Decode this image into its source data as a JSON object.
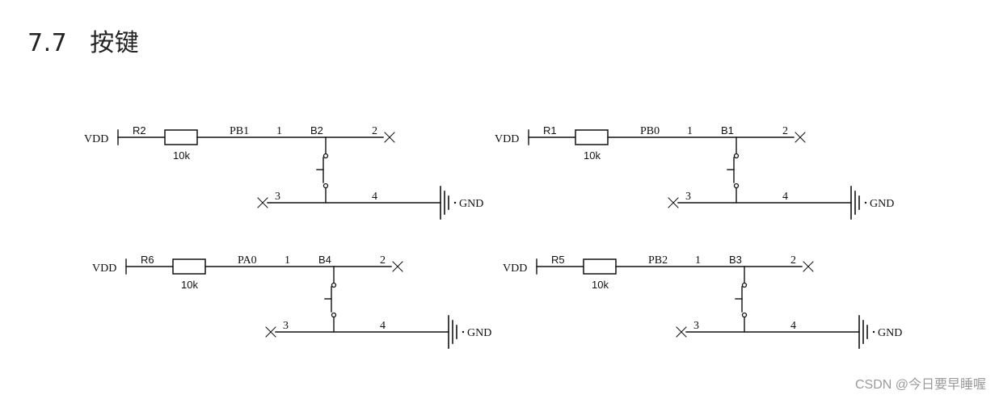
{
  "section": {
    "number": "7.7",
    "title": "按键"
  },
  "circuits": [
    {
      "supply": "VDD",
      "resistor": "R2",
      "value": "10k",
      "net": "PB1",
      "pin1": "1",
      "pin2": "2",
      "switch": "B2",
      "pin3": "3",
      "pin4": "4",
      "ground": "GND"
    },
    {
      "supply": "VDD",
      "resistor": "R1",
      "value": "10k",
      "net": "PB0",
      "pin1": "1",
      "pin2": "2",
      "switch": "B1",
      "pin3": "3",
      "pin4": "4",
      "ground": "GND"
    },
    {
      "supply": "VDD",
      "resistor": "R6",
      "value": "10k",
      "net": "PA0",
      "pin1": "1",
      "pin2": "2",
      "switch": "B4",
      "pin3": "3",
      "pin4": "4",
      "ground": "GND"
    },
    {
      "supply": "VDD",
      "resistor": "R5",
      "value": "10k",
      "net": "PB2",
      "pin1": "1",
      "pin2": "2",
      "switch": "B3",
      "pin3": "3",
      "pin4": "4",
      "ground": "GND"
    }
  ],
  "watermark": "CSDN @今日要早睡喔"
}
